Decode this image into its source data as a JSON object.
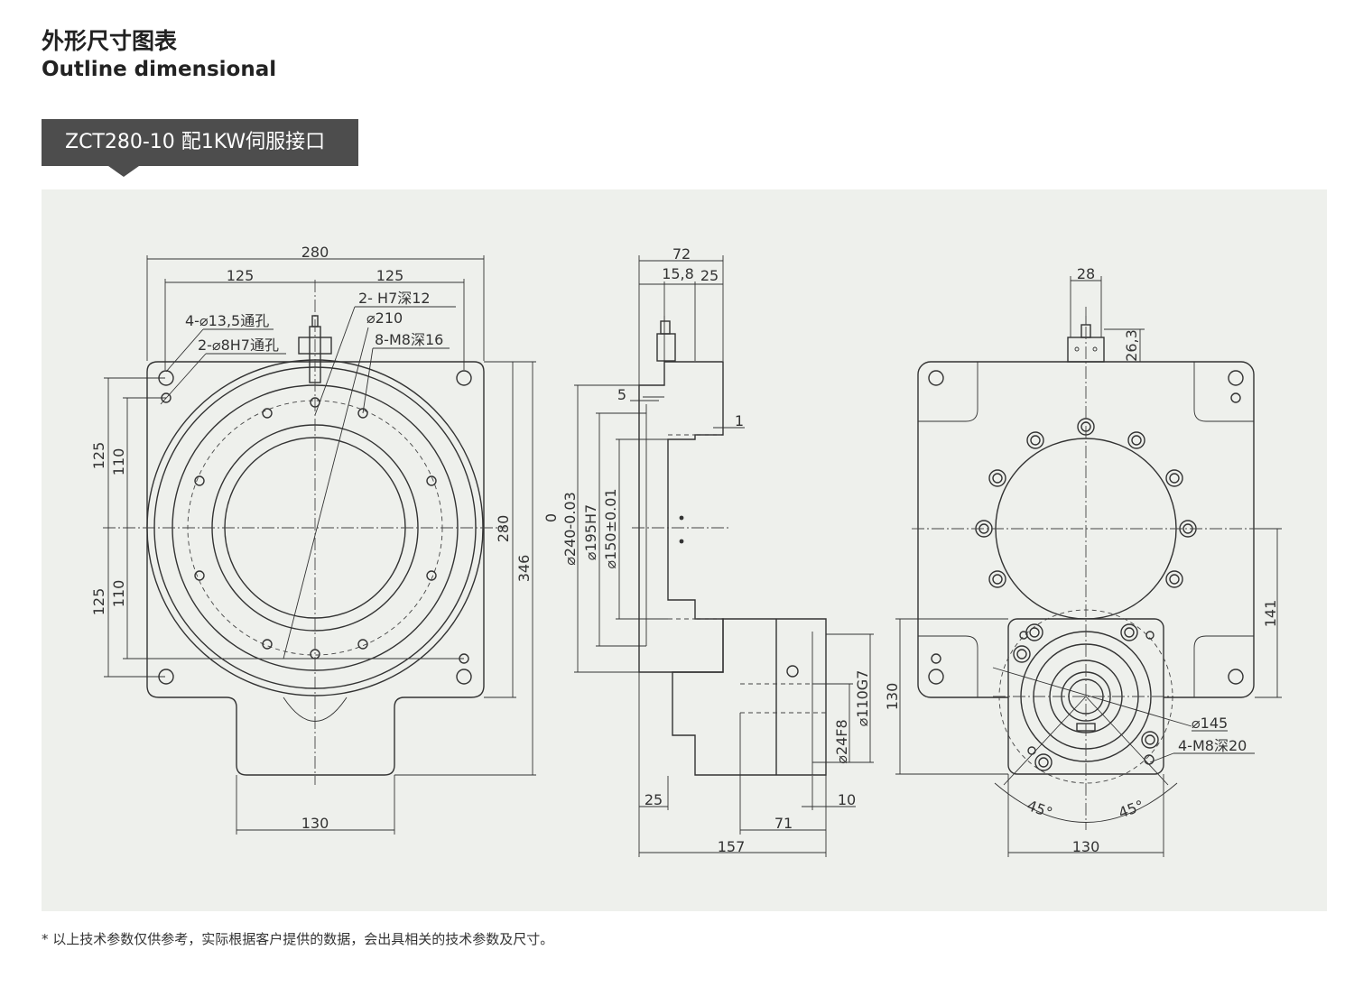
{
  "header": {
    "title_cn": "外形尺寸图表",
    "title_en": "Outline dimensional"
  },
  "model_tab": {
    "label": "ZCT280-10 配1KW伺服接口"
  },
  "drawing": {
    "front": {
      "width_280": "280",
      "half_125_left": "125",
      "half_125_right": "125",
      "hole_2_h7": "2-    H7深12",
      "hole_4_135": "4-⌀13,5通孔",
      "pitch_210": "⌀210",
      "hole_2_8h7": "2-⌀8H7通孔",
      "tap_8_m8": "8-M8深16",
      "left_125_top": "125",
      "left_110_top": "110",
      "left_125_bottom": "125",
      "left_110_bottom": "110",
      "right_280": "280",
      "right_346": "346",
      "bottom_130": "130"
    },
    "side": {
      "top_72": "72",
      "top_158": "15,8",
      "top_25": "25",
      "dim_5": "5",
      "dim_1": "1",
      "dim_0": "0",
      "d240": "⌀240-0.03",
      "d195": "⌀195H7",
      "d150": "⌀150±0.01",
      "d110": "⌀110G7",
      "d24": "⌀24F8",
      "bottom_25": "25",
      "bottom_10": "10",
      "bottom_71": "71",
      "bottom_157": "157"
    },
    "rear": {
      "top_28": "28",
      "right_263": "26,3",
      "right_141": "141",
      "left_130": "130",
      "d145": "⌀145",
      "tap_4_m8": "4-M8深20",
      "angle_left": "45°",
      "angle_right": "45°",
      "bottom_130": "130"
    }
  },
  "footnote": "*  以上技术参数仅供参考，实际根据客户提供的数据，会出具相关的技术参数及尺寸。"
}
